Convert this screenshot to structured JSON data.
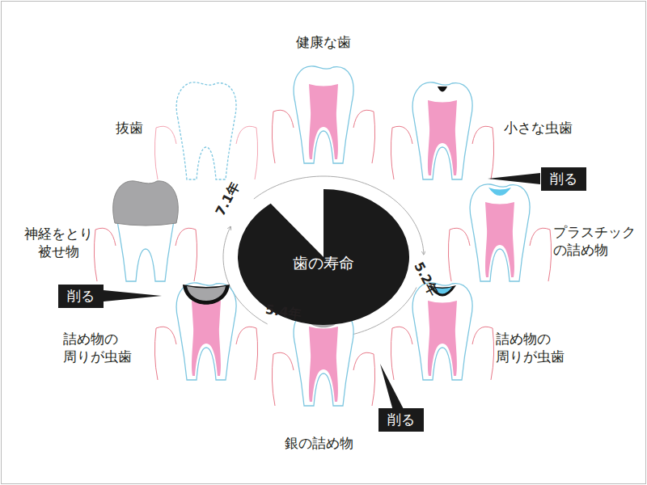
{
  "diagram": {
    "nodes": [
      {
        "text": [
          "削る"
        ]
      },
      {
        "text": [
          "歯の寿命"
        ]
      },
      {
        "text": [
          "削る"
        ]
      },
      {
        "text": [
          "削る"
        ]
      }
    ],
    "labels": [
      "健康な歯",
      "抜歯",
      "小さな虫歯",
      "神経をとり 被せ物",
      "プラスチック の詰め物",
      "7.1年",
      "5.2年",
      "5.4年",
      "詰め物の 周りが虫歯",
      "詰め物の 周りが虫歯",
      "銀の詰め物"
    ]
  }
}
